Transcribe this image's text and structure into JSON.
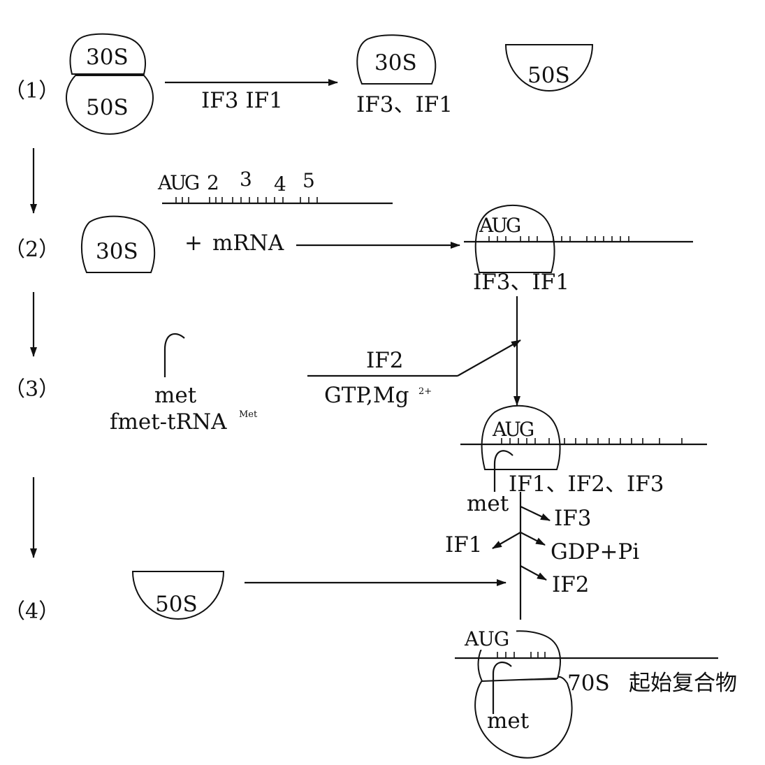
{
  "steps": [
    "（1）",
    "（2）",
    "（3）",
    "（4）"
  ],
  "ribosome": {
    "small": "30S",
    "large": "50S"
  },
  "factors": {
    "if3_if1": "IF3 IF1",
    "if3_if1_b": "IF3、IF1",
    "if3_if1_c": "IF3、IF1",
    "if_all": "IF1、IF2、IF3",
    "if2": "IF2",
    "gtp_mg": "GTP,Mg",
    "gtp_mg_sup": "2+",
    "rel_if3": "IF3",
    "rel_if1": "IF1",
    "rel_gdp": "GDP+Pi",
    "rel_if2": "IF2"
  },
  "mrna": {
    "codons": [
      "AUG",
      "2",
      "3",
      "4",
      "5"
    ],
    "plus": "+",
    "label": "mRNA",
    "aug": "AUG"
  },
  "trna": {
    "aa": "met",
    "name": "fmet-tRNA",
    "name_sup": "Met"
  },
  "complex": {
    "size": "70S",
    "label": "起始复合物"
  },
  "colors": {
    "ink": "#111111",
    "background": "#ffffff"
  }
}
